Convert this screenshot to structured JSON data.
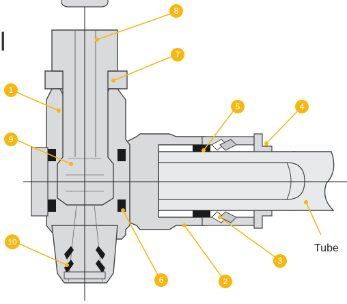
{
  "diagram": {
    "callouts": [
      {
        "id": "1",
        "label": "1"
      },
      {
        "id": "2",
        "label": "2"
      },
      {
        "id": "3",
        "label": "3"
      },
      {
        "id": "4",
        "label": "4"
      },
      {
        "id": "5",
        "label": "5"
      },
      {
        "id": "6",
        "label": "6"
      },
      {
        "id": "7",
        "label": "7"
      },
      {
        "id": "8",
        "label": "8"
      },
      {
        "id": "9",
        "label": "9"
      },
      {
        "id": "10",
        "label": "10"
      }
    ],
    "tube_label": "Tube",
    "side_mark": "l"
  },
  "colors": {
    "body_fill": "#d9dadc",
    "outline": "#444444",
    "callout": "#f6b80f",
    "seal": "#1a1a1a",
    "centerline": "#222222"
  }
}
